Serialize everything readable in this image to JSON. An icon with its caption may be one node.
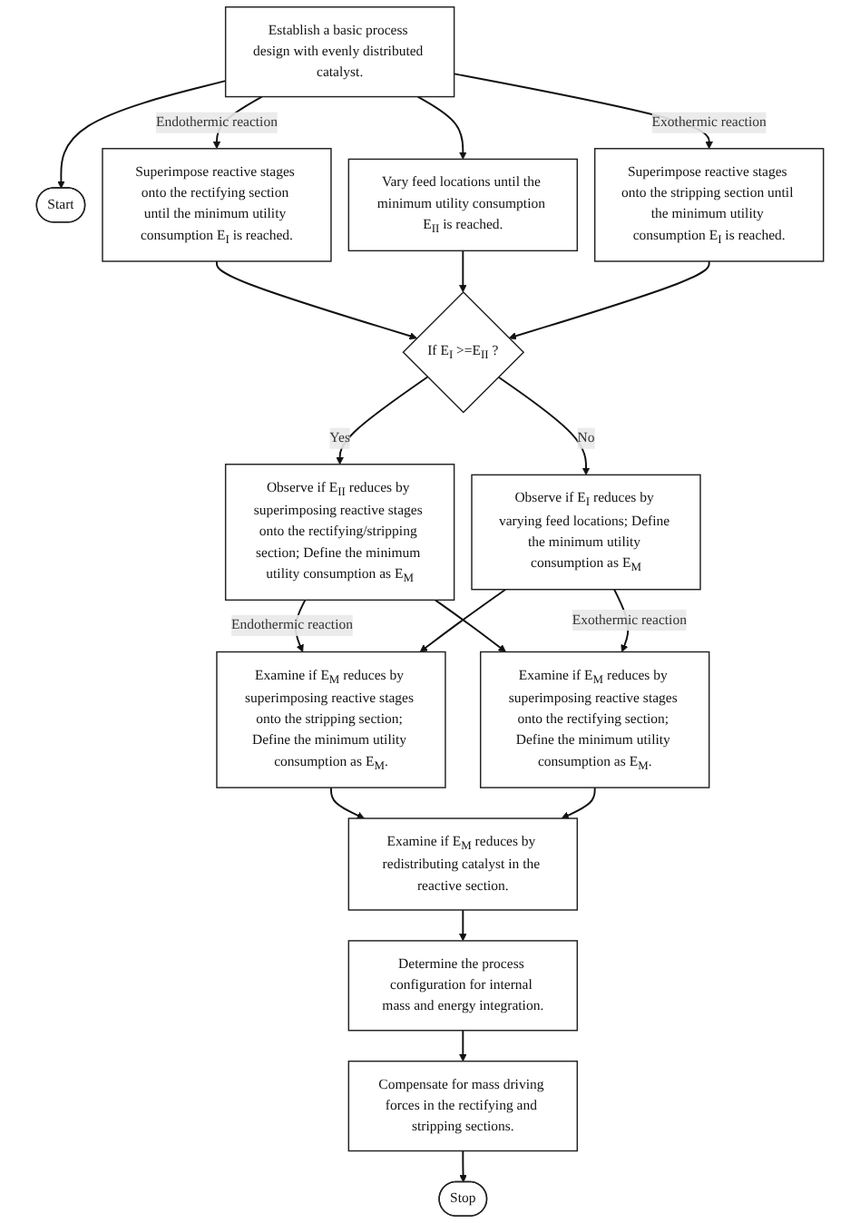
{
  "diagram": {
    "nodes": [
      {
        "text": [
          "Start"
        ]
      },
      {
        "text": [
          "Establish a basic process design with evenly distributed catalyst."
        ]
      },
      {
        "text": [
          "Superimpose reactive stages onto the rectifying section until the minimum utility consumption E$_{I}$ is reached."
        ]
      },
      {
        "text": [
          "Superimpose reactive stages onto the stripping section until the minimum utility consumption E$_{I}$ is reached."
        ]
      },
      {
        "text": [
          "Vary feed locations until the minimum utility consumption E$_{II}$ is reached."
        ]
      },
      {
        "text": [
          "If E$_{I}$ >=E$_{II}$ ?"
        ]
      },
      {
        "text": [
          "Observe if E$_{II}$ reduces by superimposing reactive stages onto the rectifying/stripping section; Define the minimum utility consumption as E$_{M}$"
        ]
      },
      {
        "text": [
          "Observe if E$_{I}$ reduces by varying feed locations; Define the minimum utility consumption as E$_{M}$"
        ]
      },
      {
        "text": [
          "Examine if E$_{M}$ reduces by superimposing reactive stages onto the stripping section; Define the minimum utility consumption as E$_{M}$."
        ]
      },
      {
        "text": [
          "Examine if E$_{M}$ reduces by superimposing reactive stages onto the rectifying section; Define the minimum utility consumption as E$_{M}$."
        ]
      },
      {
        "text": [
          "Examine if E$_{M}$ reduces by redistributing catalyst in the reactive section."
        ]
      },
      {
        "text": [
          "Determine the process configuration for internal mass and energy integration."
        ]
      },
      {
        "text": [
          "Compensate for mass driving forces in the rectifying and stripping sections."
        ]
      },
      {
        "text": [
          "Stop"
        ]
      }
    ],
    "edges": [
      {
        "from": 1,
        "to": 0,
        "arrow": "to"
      },
      {
        "from": 1,
        "to": 2,
        "arrow": "to",
        "label": "Endothermic reaction"
      },
      {
        "from": 1,
        "to": 3,
        "arrow": "to",
        "label": "Exothermic reaction"
      },
      {
        "from": 1,
        "to": 4,
        "arrow": "to"
      },
      {
        "from": 2,
        "to": 5,
        "arrow": "to"
      },
      {
        "from": 4,
        "to": 5,
        "arrow": "to"
      },
      {
        "from": 3,
        "to": 5,
        "arrow": "to"
      },
      {
        "from": 5,
        "to": 6,
        "arrow": "to",
        "label": "Yes"
      },
      {
        "from": 5,
        "to": 7,
        "arrow": "to",
        "label": "No"
      },
      {
        "from": 6,
        "to": 8,
        "arrow": "to",
        "label": "Endothermic reaction"
      },
      {
        "from": 6,
        "to": 9,
        "arrow": "to"
      },
      {
        "from": 7,
        "to": 8,
        "arrow": "to"
      },
      {
        "from": 7,
        "to": 9,
        "arrow": "to",
        "label": "Exothermic reaction"
      },
      {
        "from": 8,
        "to": 10,
        "arrow": "to"
      },
      {
        "from": 9,
        "to": 10,
        "arrow": "to"
      },
      {
        "from": 10,
        "to": 11,
        "arrow": "to"
      },
      {
        "from": 11,
        "to": 12,
        "arrow": "to"
      },
      {
        "from": 12,
        "to": 13,
        "arrow": "to"
      }
    ]
  }
}
